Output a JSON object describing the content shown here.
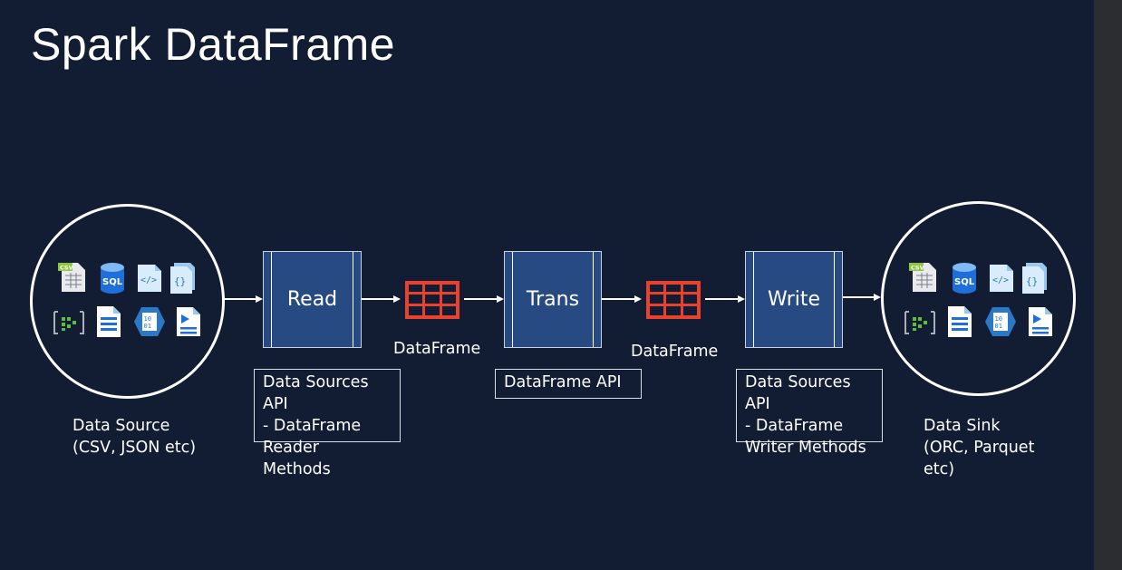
{
  "slide": {
    "title": "Spark DataFrame"
  },
  "source": {
    "label_line1": "Data Source",
    "label_line2": "(CSV, JSON etc)",
    "icons": [
      "csv-file-icon",
      "sql-database-icon",
      "xml-code-file-icon",
      "json-file-icon",
      "stream-analytics-icon",
      "document-icon",
      "binary-file-icon",
      "media-file-icon"
    ]
  },
  "read": {
    "label": "Read",
    "api_line1": "Data Sources API",
    "api_line2": "- DataFrame",
    "api_line3": "Reader Methods"
  },
  "dataframe1": {
    "label": "DataFrame"
  },
  "trans": {
    "label": "Trans",
    "api_line1": "DataFrame API"
  },
  "dataframe2": {
    "label": "DataFrame"
  },
  "write": {
    "label": "Write",
    "api_line1": "Data Sources API",
    "api_line2": "- DataFrame",
    "api_line3": "Writer Methods"
  },
  "sink": {
    "label_line1": "Data Sink",
    "label_line2": "(ORC, Parquet",
    "label_line3": "etc)",
    "icons": [
      "csv-file-icon",
      "sql-database-icon",
      "xml-code-file-icon",
      "json-file-icon",
      "stream-analytics-icon",
      "document-icon",
      "binary-file-icon",
      "media-file-icon"
    ]
  },
  "colors": {
    "background": "#121d33",
    "process_box": "#284a83",
    "dataframe_grid": "#e8412d",
    "text": "#ffffff"
  }
}
